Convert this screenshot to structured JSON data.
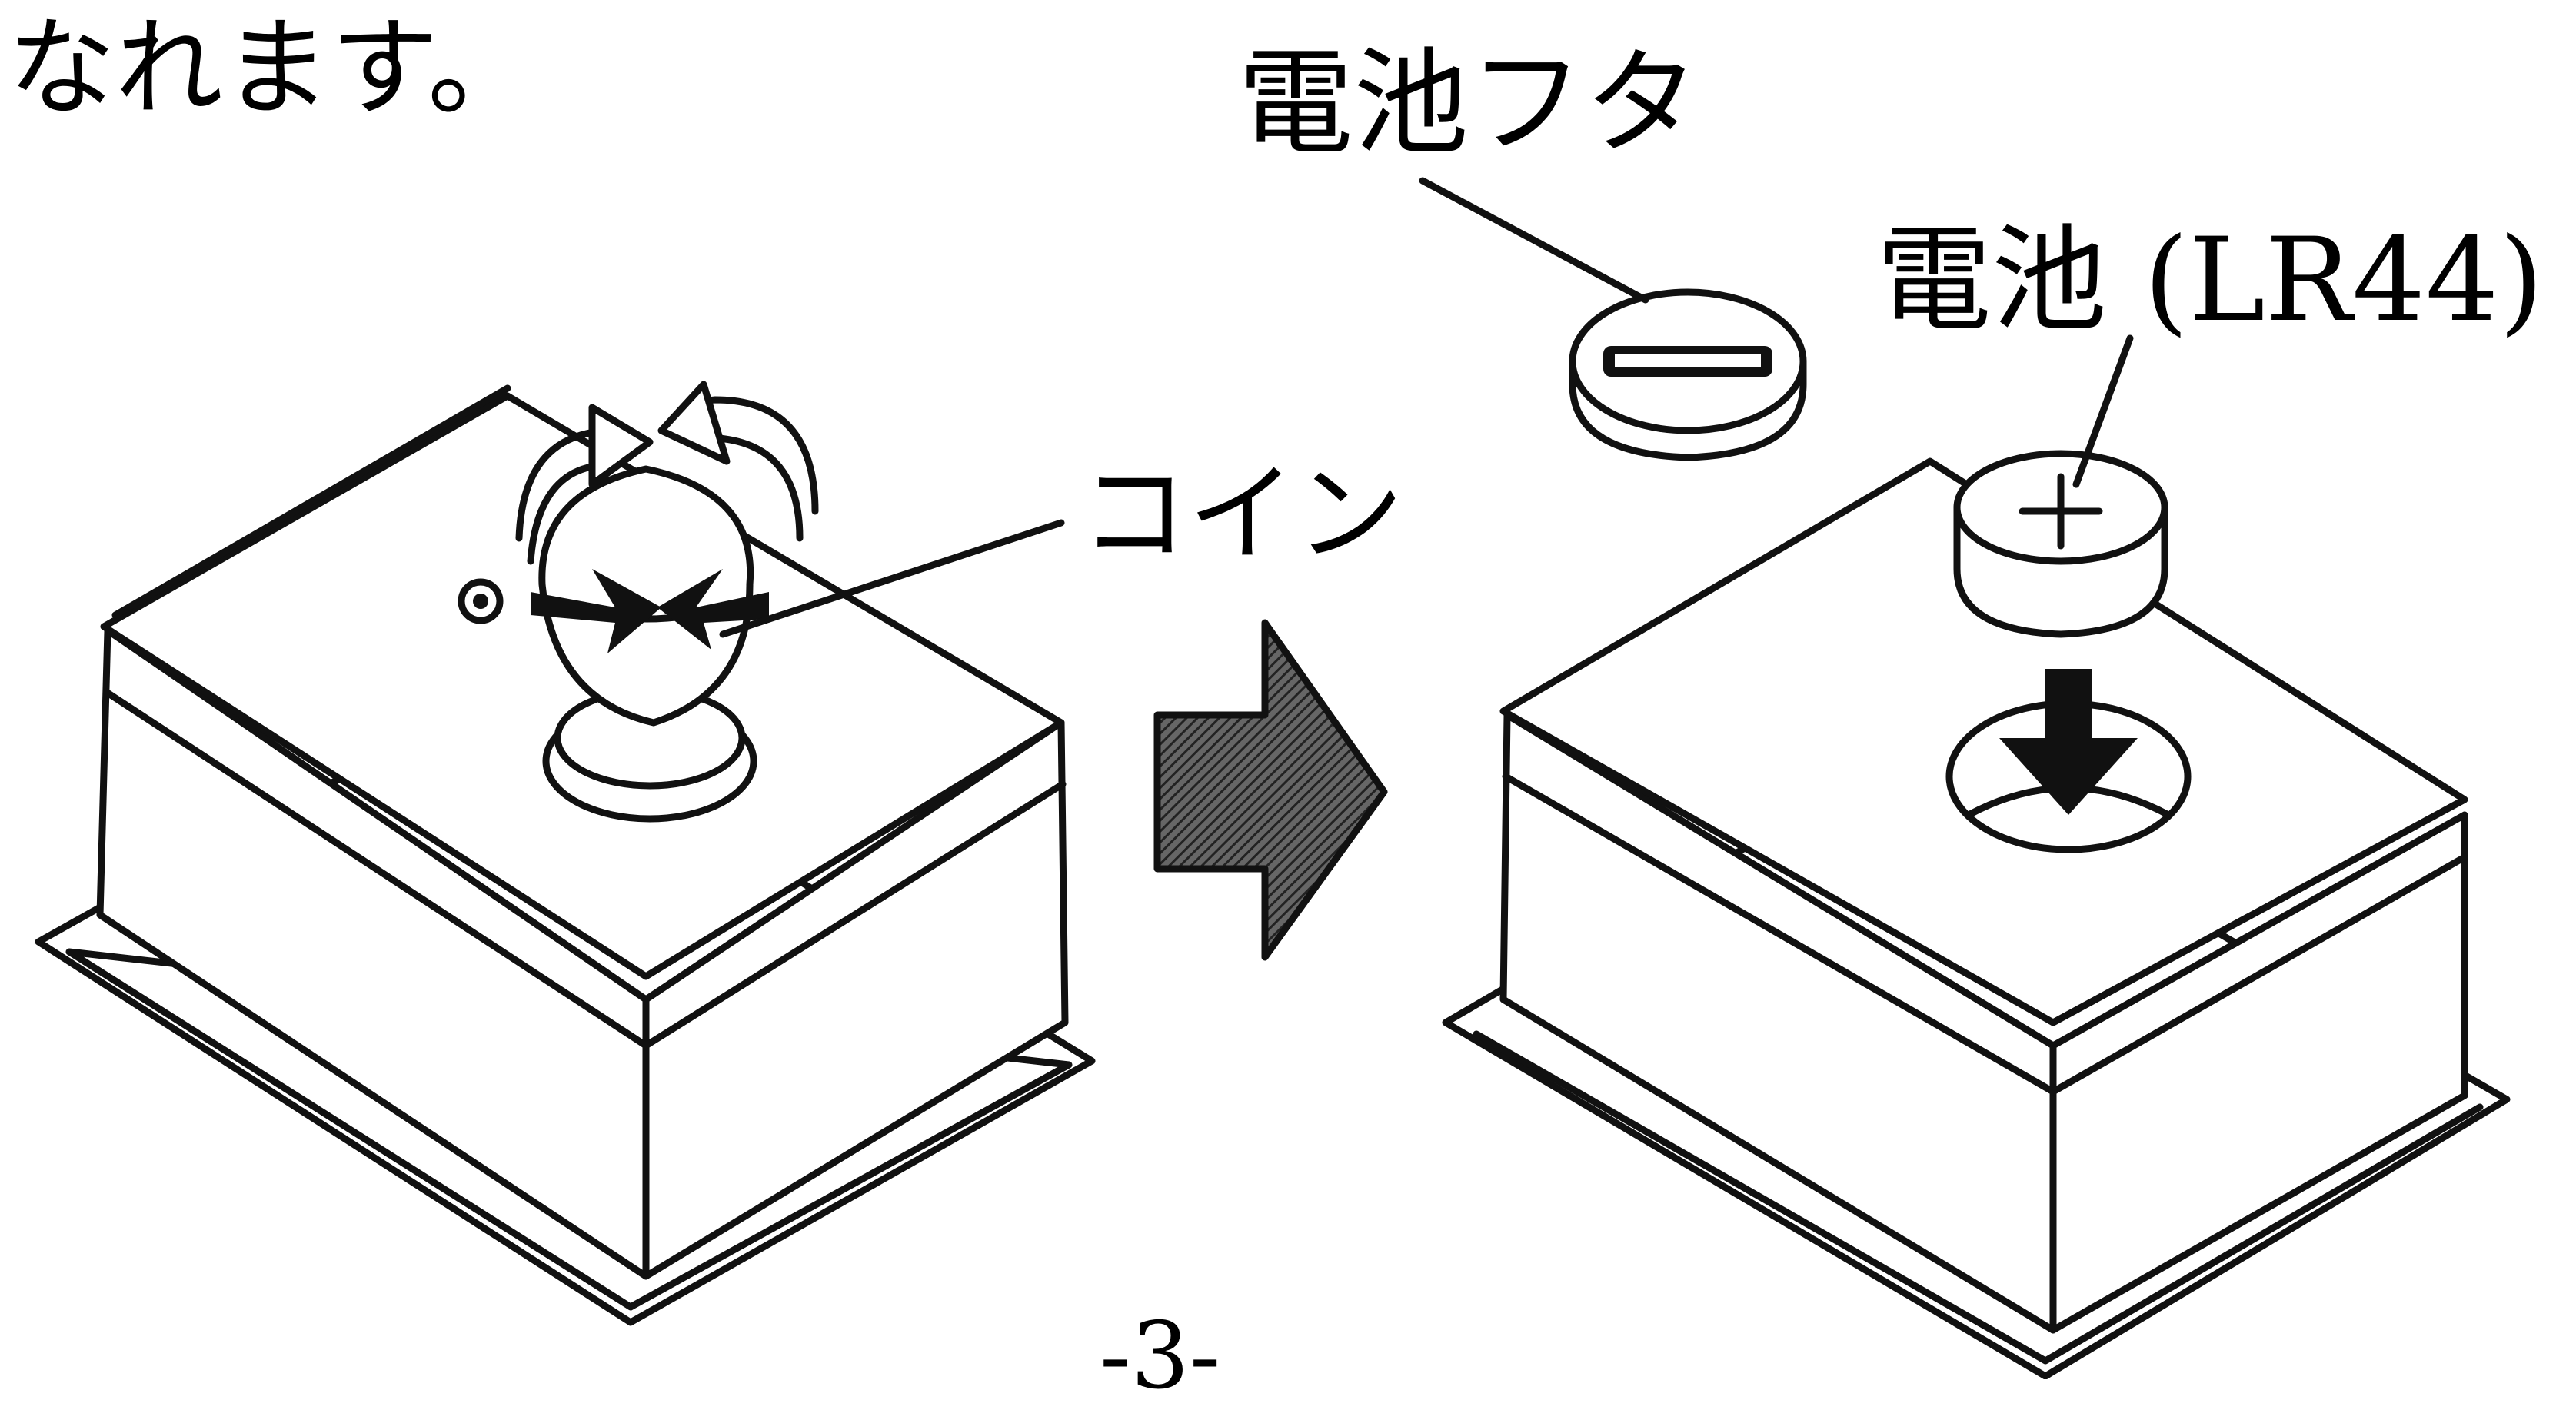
{
  "caption": {
    "text": "なれます。"
  },
  "labels": {
    "battery_cover": "電池フタ",
    "battery": "電池 (LR44)",
    "coin": "コイン"
  },
  "page": {
    "number": "-3-"
  },
  "icons": {
    "minus_symbol": "minus-icon",
    "plus_symbol": "plus-icon",
    "step_arrow": "right-arrow-icon",
    "insert_arrow": "down-arrow-icon",
    "rotate_arrows": "rotate-icon"
  },
  "colors": {
    "line": "#111111",
    "background": "#ffffff",
    "arrow_fill": "#444444"
  }
}
